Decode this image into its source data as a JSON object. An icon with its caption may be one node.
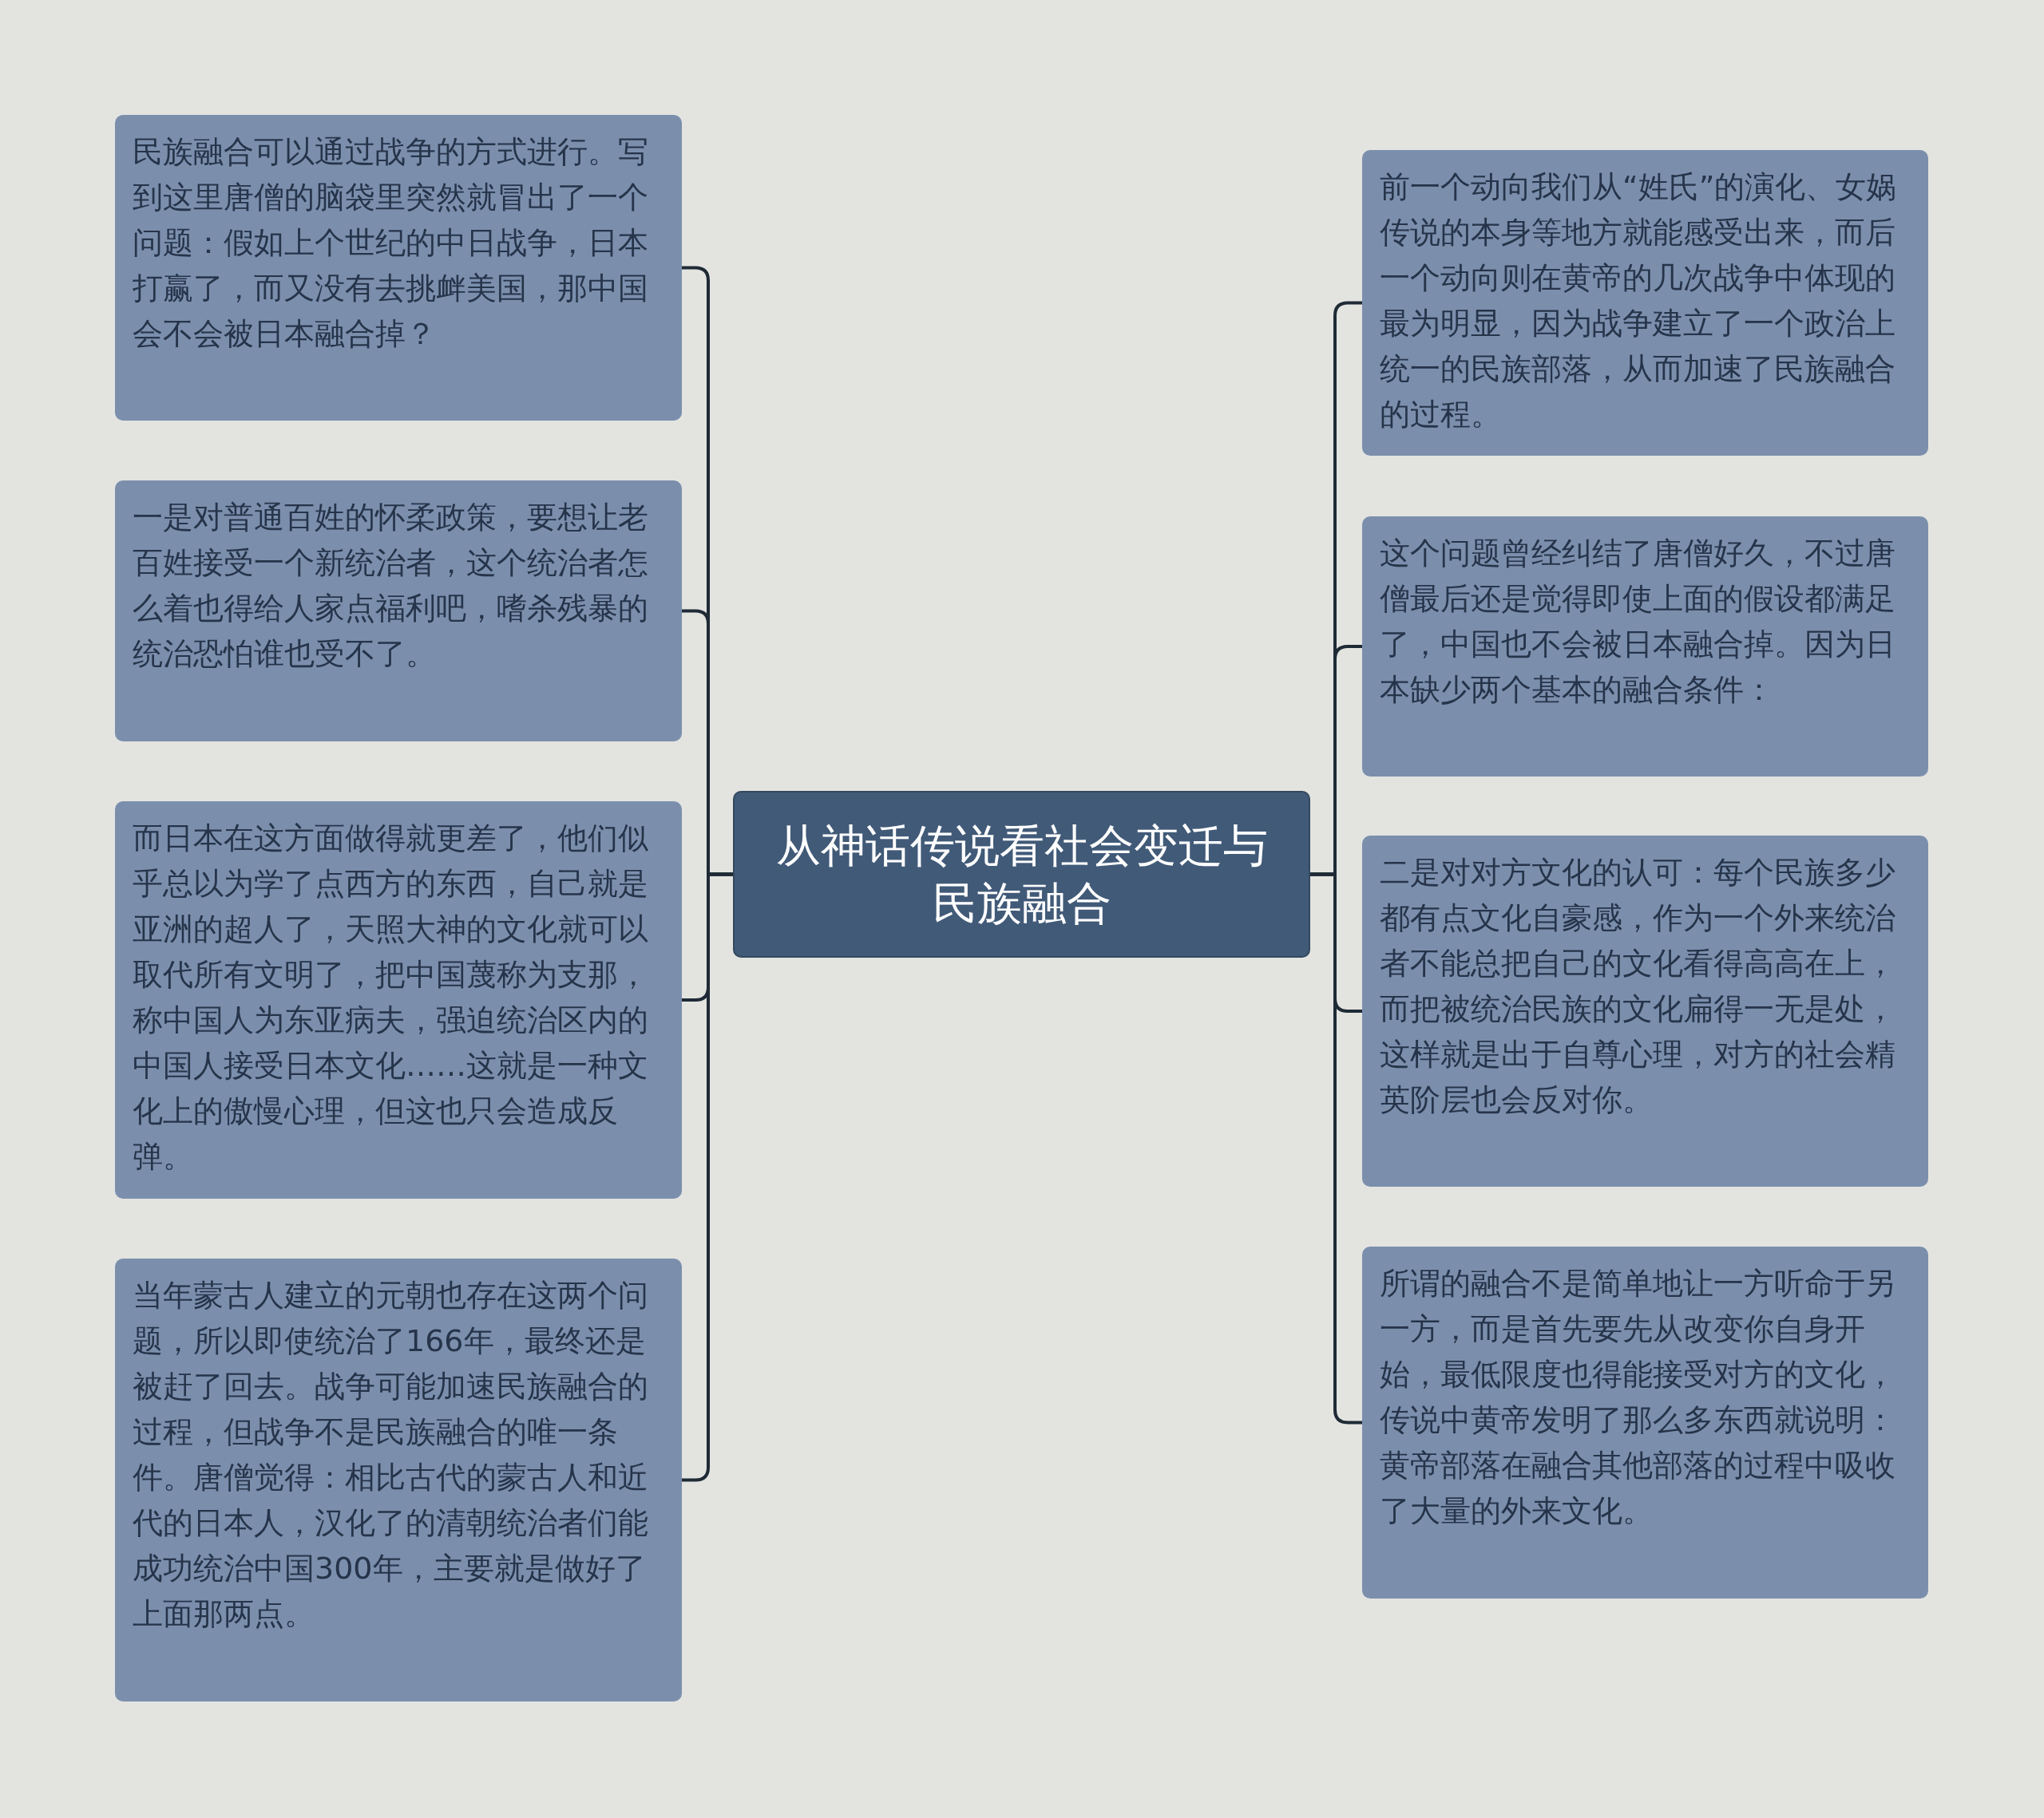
{
  "diagram": {
    "nodes": [
      {
        "text": [
          "从神话传说看社会变迁与民族融合"
        ]
      },
      {
        "text": [
          "民族融合可以通过战争的方式进行。写到这里唐僧的脑袋里突然就冒出了一个问题：假如上个世纪的中日战争，日本打赢了，而又没有去挑衅美国，那中国会不会被日本融合掉？"
        ]
      },
      {
        "text": [
          "一是对普通百姓的怀柔政策，要想让老百姓接受一个新统治者，这个统治者怎么着也得给人家点福利吧，嗜杀残暴的统治恐怕谁也受不了。"
        ]
      },
      {
        "text": [
          "而日本在这方面做得就更差了，他们似乎总以为学了点西方的东西，自己就是亚洲的超人了，天照大神的文化就可以取代所有文明了，把中国蔑称为支那，称中国人为东亚病夫，强迫统治区内的中国人接受日本文化……这就是一种文化上的傲慢心理，但这也只会造成反弹。"
        ]
      },
      {
        "text": [
          "当年蒙古人建立的元朝也存在这两个问题，所以即使统治了166年，最终还是被赶了回去。战争可能加速民族融合的过程，但战争不是民族融合的唯一条件。唐僧觉得：相比古代的蒙古人和近代的日本人，汉化了的清朝统治者们能成功统治中国300年，主要就是做好了上面那两点。"
        ]
      },
      {
        "text": [
          "前一个动向我们从“姓氏”的演化、女娲传说的本身等地方就能感受出来，而后一个动向则在黄帝的几次战争中体现的最为明显，因为战争建立了一个政治上统一的民族部落，从而加速了民族融合的过程。"
        ]
      },
      {
        "text": [
          "这个问题曾经纠结了唐僧好久，不过唐僧最后还是觉得即使上面的假设都满足了，中国也不会被日本融合掉。因为日本缺少两个基本的融合条件："
        ]
      },
      {
        "text": [
          "二是对对方文化的认可：每个民族多少都有点文化自豪感，作为一个外来统治者不能总把自己的文化看得高高在上，而把被统治民族的文化扁得一无是处，这样就是出于自尊心理，对方的社会精英阶层也会反对你。"
        ]
      },
      {
        "text": [
          "所谓的融合不是简单地让一方听命于另一方，而是首先要先从改变你自身开始，最低限度也得能接受对方的文化，传说中黄帝发明了那么多东西就说明：黄帝部落在融合其他部落的过程中吸收了大量的外来文化。"
        ]
      }
    ],
    "edges": [
      {
        "from": 0,
        "to": 1,
        "arrow": "none"
      },
      {
        "from": 0,
        "to": 2,
        "arrow": "none"
      },
      {
        "from": 0,
        "to": 3,
        "arrow": "none"
      },
      {
        "from": 0,
        "to": 4,
        "arrow": "none"
      },
      {
        "from": 0,
        "to": 5,
        "arrow": "none"
      },
      {
        "from": 0,
        "to": 6,
        "arrow": "none"
      },
      {
        "from": 0,
        "to": 7,
        "arrow": "none"
      },
      {
        "from": 0,
        "to": 8,
        "arrow": "none"
      }
    ]
  }
}
